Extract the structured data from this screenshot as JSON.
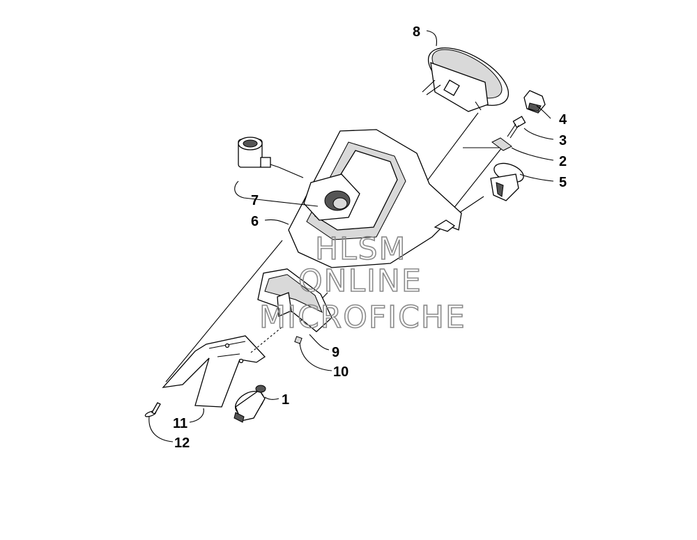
{
  "callouts": [
    {
      "id": "1",
      "text": "1"
    },
    {
      "id": "2",
      "text": "2"
    },
    {
      "id": "3",
      "text": "3"
    },
    {
      "id": "4",
      "text": "4"
    },
    {
      "id": "5",
      "text": "5"
    },
    {
      "id": "6",
      "text": "6"
    },
    {
      "id": "7",
      "text": "7"
    },
    {
      "id": "8",
      "text": "8"
    },
    {
      "id": "9",
      "text": "9"
    },
    {
      "id": "10",
      "text": "10"
    },
    {
      "id": "11",
      "text": "11"
    },
    {
      "id": "12",
      "text": "12"
    }
  ],
  "watermark": {
    "line1": "HLSM",
    "line2": "ONLINE",
    "line3": "MICROFICHE"
  }
}
